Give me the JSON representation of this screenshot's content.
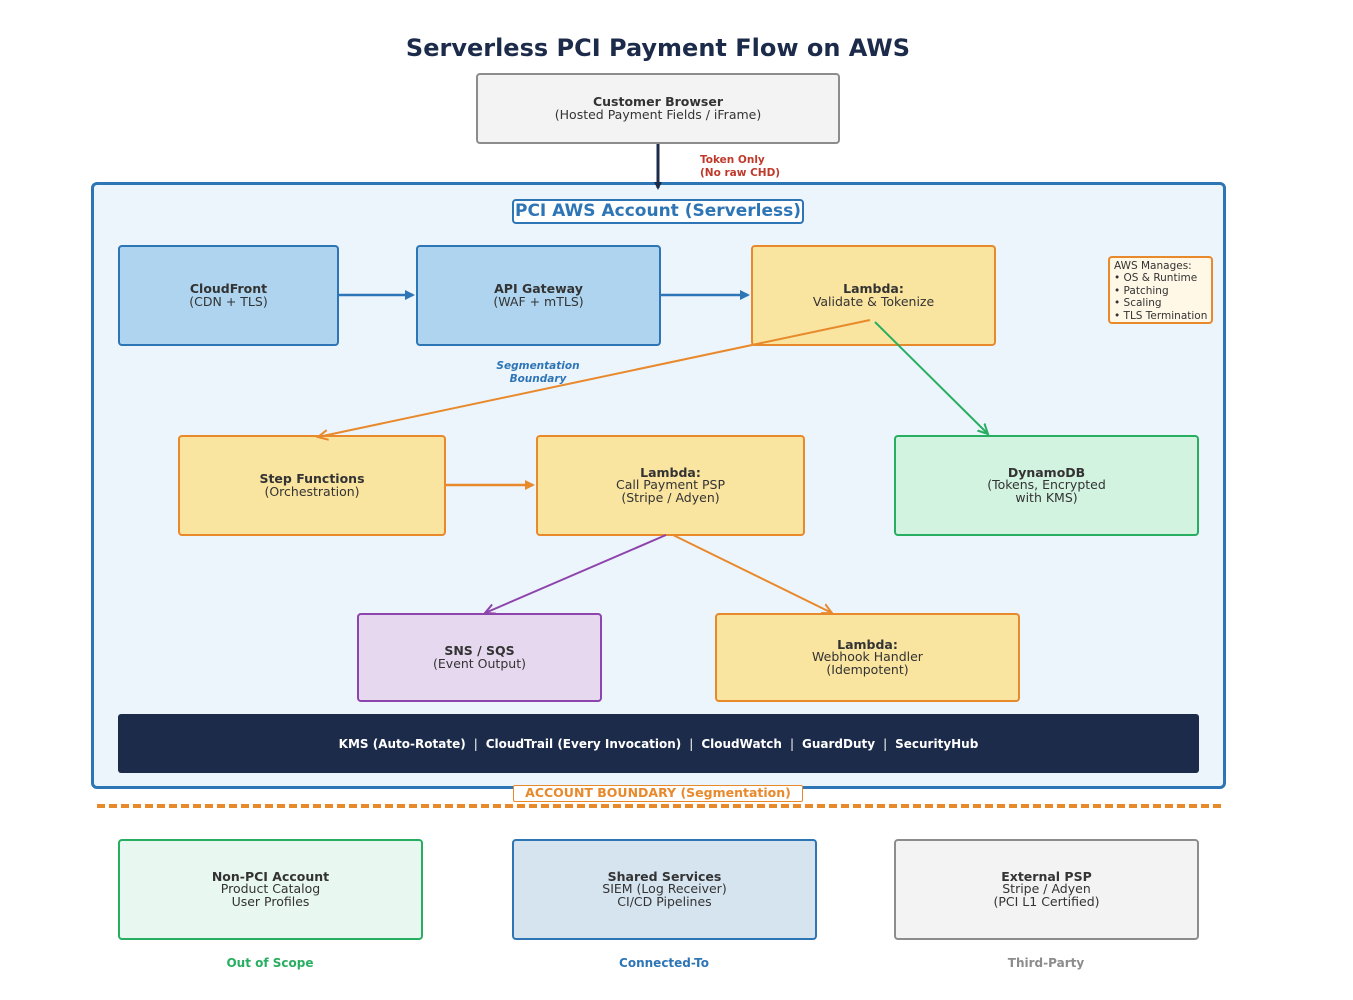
{
  "title": "Serverless PCI Payment Flow on AWS",
  "customer_browser": {
    "title": "Customer Browser",
    "subtitle": "(Hosted Payment Fields / iFrame)"
  },
  "token_label": {
    "line1": "Token Only",
    "line2": "(No raw CHD)"
  },
  "pci_account": {
    "label": "PCI AWS Account (Serverless)",
    "nodes": {
      "cloudfront": {
        "title": "CloudFront",
        "subtitle": "(CDN + TLS)"
      },
      "api_gateway": {
        "title": "API Gateway",
        "subtitle": "(WAF + mTLS)"
      },
      "lambda_validate": {
        "title": "Lambda:",
        "subtitle": "Validate & Tokenize"
      },
      "step_functions": {
        "title": "Step Functions",
        "subtitle": "(Orchestration)"
      },
      "lambda_psp": {
        "title": "Lambda:",
        "subtitle": "Call Payment PSP\n(Stripe / Adyen)"
      },
      "dynamodb": {
        "title": "DynamoDB",
        "subtitle": "(Tokens, Encrypted\nwith KMS)"
      },
      "sns_sqs": {
        "title": "SNS / SQS",
        "subtitle": "(Event Output)"
      },
      "lambda_webhook": {
        "title": "Lambda:",
        "subtitle": "Webhook Handler\n(Idempotent)"
      }
    },
    "segmentation_label": {
      "line1": "Segmentation",
      "line2": "Boundary"
    },
    "aws_manages": {
      "heading": "AWS Manages:",
      "items": [
        "• OS & Runtime",
        "• Patching",
        "• Scaling",
        "• TLS Termination"
      ]
    },
    "security_bar": {
      "items": [
        "KMS (Auto-Rotate)",
        "CloudTrail (Every Invocation)",
        "CloudWatch",
        "GuardDuty",
        "SecurityHub"
      ],
      "separator": "|"
    }
  },
  "account_boundary_label": "ACCOUNT BOUNDARY (Segmentation)",
  "external": {
    "non_pci": {
      "title": "Non-PCI Account",
      "subtitle": "Product Catalog\nUser Profiles",
      "caption": "Out of Scope"
    },
    "shared_services": {
      "title": "Shared Services",
      "subtitle": "SIEM (Log Receiver)\nCI/CD Pipelines",
      "caption": "Connected-To"
    },
    "external_psp": {
      "title": "External PSP",
      "subtitle": "Stripe / Adyen\n(PCI L1 Certified)",
      "caption": "Third-Party"
    }
  },
  "colors": {
    "navy": "#1c2b4a",
    "blue": "#2e75b6",
    "orange": "#e8892c",
    "green": "#27ae60",
    "purple": "#8e44ad",
    "red": "#c0392b",
    "gray": "#8c8c8c"
  }
}
